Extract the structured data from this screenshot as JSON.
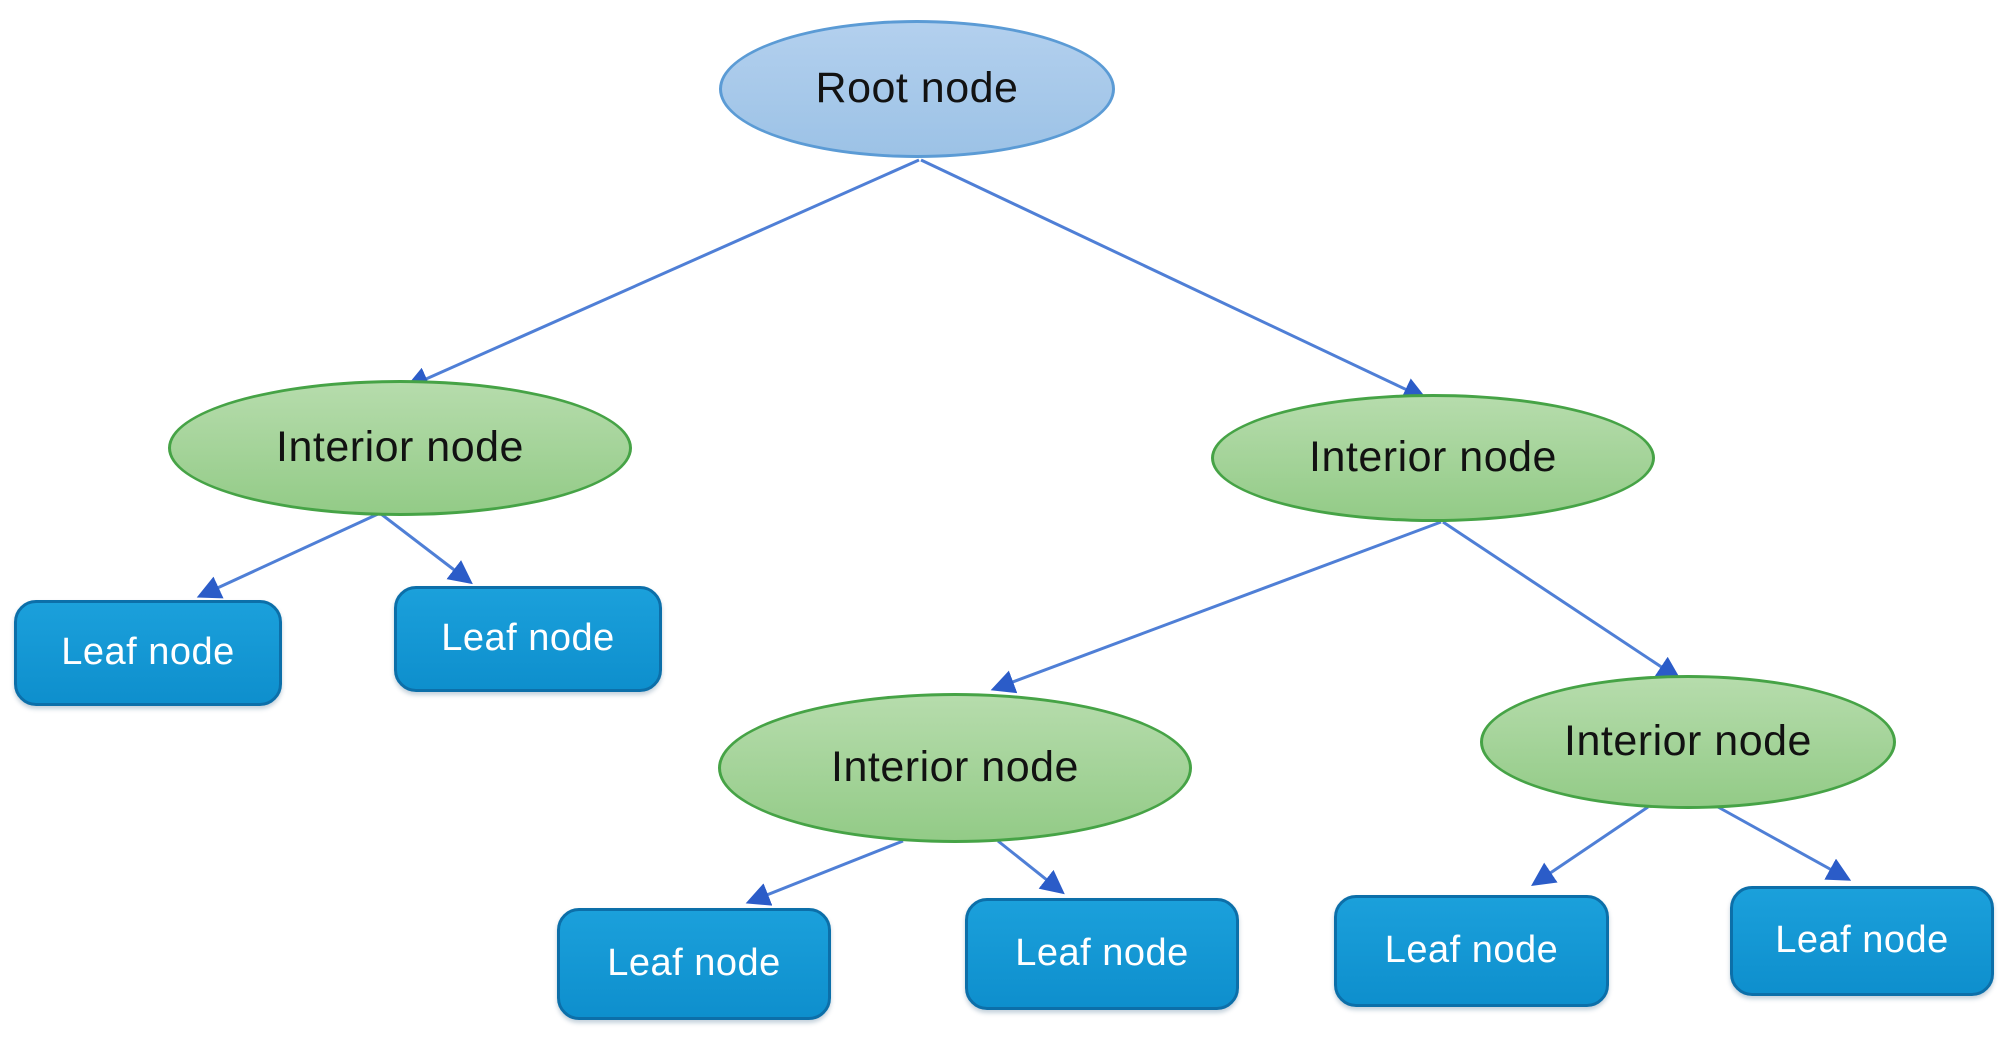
{
  "diagram": {
    "type": "tree",
    "nodes": {
      "root": {
        "label": "Root node",
        "shape": "ellipse",
        "role": "root"
      },
      "interior_top_left": {
        "label": "Interior node",
        "shape": "ellipse",
        "role": "interior"
      },
      "interior_top_right": {
        "label": "Interior node",
        "shape": "ellipse",
        "role": "interior"
      },
      "interior_bottom_left": {
        "label": "Interior node",
        "shape": "ellipse",
        "role": "interior"
      },
      "interior_bottom_right": {
        "label": "Interior node",
        "shape": "ellipse",
        "role": "interior"
      },
      "leaf_1": {
        "label": "Leaf node",
        "shape": "rounded-rect",
        "role": "leaf"
      },
      "leaf_2": {
        "label": "Leaf node",
        "shape": "rounded-rect",
        "role": "leaf"
      },
      "leaf_3": {
        "label": "Leaf node",
        "shape": "rounded-rect",
        "role": "leaf"
      },
      "leaf_4": {
        "label": "Leaf node",
        "shape": "rounded-rect",
        "role": "leaf"
      },
      "leaf_5": {
        "label": "Leaf node",
        "shape": "rounded-rect",
        "role": "leaf"
      },
      "leaf_6": {
        "label": "Leaf node",
        "shape": "rounded-rect",
        "role": "leaf"
      }
    },
    "edges": [
      {
        "from": "root",
        "to": "interior_top_left"
      },
      {
        "from": "root",
        "to": "interior_top_right"
      },
      {
        "from": "interior_top_left",
        "to": "leaf_1"
      },
      {
        "from": "interior_top_left",
        "to": "leaf_2"
      },
      {
        "from": "interior_top_right",
        "to": "interior_bottom_left"
      },
      {
        "from": "interior_top_right",
        "to": "interior_bottom_right"
      },
      {
        "from": "interior_bottom_left",
        "to": "leaf_3"
      },
      {
        "from": "interior_bottom_left",
        "to": "leaf_4"
      },
      {
        "from": "interior_bottom_right",
        "to": "leaf_5"
      },
      {
        "from": "interior_bottom_right",
        "to": "leaf_6"
      }
    ]
  },
  "colors": {
    "canvas_bg": "#ffffff",
    "root_fill_top": "#b3d0ee",
    "root_fill_bottom": "#9cc2e6",
    "root_border": "#5b9bd5",
    "interior_fill_top": "#b6dcac",
    "interior_fill_bottom": "#93cb87",
    "interior_border": "#46a346",
    "leaf_fill_top": "#1ba0db",
    "leaf_fill_bottom": "#0e8fcd",
    "leaf_border": "#0c6fa9",
    "leaf_text": "#ffffff",
    "node_text": "#121212",
    "edge_line": "#4f7fd6",
    "edge_head": "#2b5cc8"
  }
}
